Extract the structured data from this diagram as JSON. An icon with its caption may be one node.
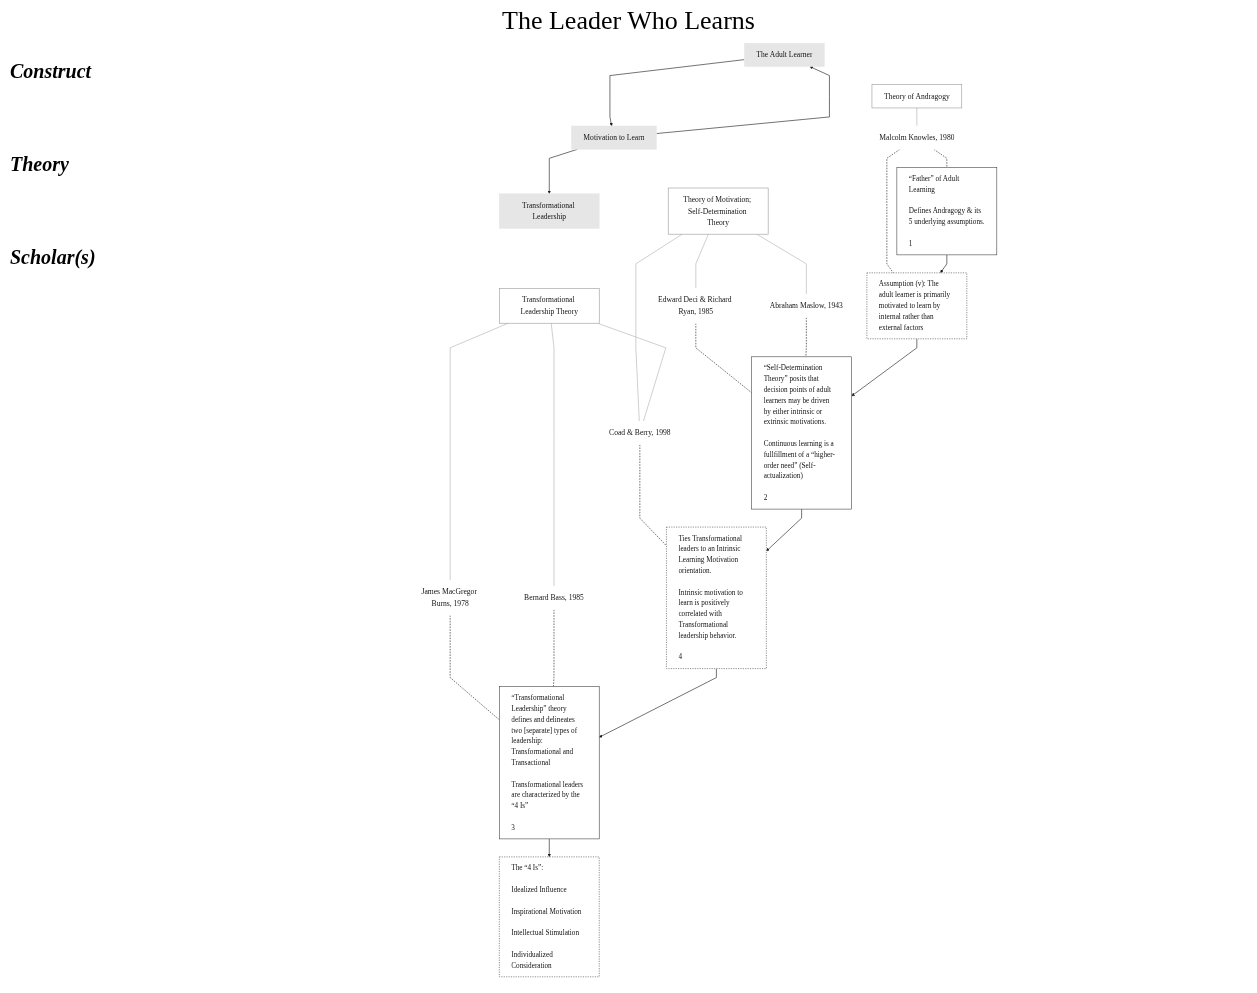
{
  "diagram": {
    "title": "The Leader Who Learns",
    "nodes": [
      {
        "text": [
          "The Adult Learner"
        ]
      },
      {
        "text": [
          "Motivation to Learn"
        ]
      },
      {
        "text": [
          "Transformational Leadership"
        ]
      },
      {
        "text": [
          "Theory of Andragogy"
        ]
      },
      {
        "text": [
          "Theory of Motivation; Self-Determination Theory"
        ]
      },
      {
        "text": [
          "Transformational Leadership Theory"
        ]
      },
      {
        "text": [
          "Malcolm Knowles, 1980"
        ]
      },
      {
        "text": [
          "Edward Deci & Richard Ryan, 1985"
        ]
      },
      {
        "text": [
          "Abraham Maslow, 1943"
        ]
      },
      {
        "text": [
          "James MacGregor Burns, 1978"
        ]
      },
      {
        "text": [
          "Bernard Bass, 1985"
        ]
      },
      {
        "text": [
          "Coad & Berry, 1998"
        ]
      },
      {
        "text": [
          "“Father” of Adult Learning",
          "Defines Andragogy & its 5 underlying assumptions.",
          "1"
        ]
      },
      {
        "text": [
          "Assumption (v): The adult learner is primarily motivated to learn by internal rather than external factors"
        ]
      },
      {
        "text": [
          "“Self-Determination Theory” posits that decision points of adult learners may be driven by either intrinsic or extrinsic motivations.",
          "Continuous learning is a fullfillment of a “higher-order need” (Self-actualization)",
          "2"
        ]
      },
      {
        "text": [
          "Ties Transformational leaders to an Intrinsic Learning Motivation orientation.",
          "Intrinsic motivation to learn is positively correlated with Transformational leadership behavior.",
          "4"
        ]
      },
      {
        "text": [
          "“Transformational Leadership” theory defines and delineates two [separate] types of leadership: Transformational and Transactional",
          "Transformational leaders are characterized by the “4 Is”",
          "3"
        ]
      },
      {
        "text": [
          "The “4 Is”:",
          "Idealized Influence",
          "Inspirational Motivation",
          "Intellectual Stimulation",
          "Individualized Consideration"
        ]
      }
    ],
    "edges": [
      {
        "from": 1,
        "to": 0,
        "arrow": "to"
      },
      {
        "from": 0,
        "to": 1,
        "arrow": "to"
      },
      {
        "from": 1,
        "to": 2,
        "arrow": "to"
      },
      {
        "from": 3,
        "to": 6,
        "arrow": "none",
        "color": "#b3b3b3"
      },
      {
        "from": 4,
        "to": 7,
        "arrow": "none",
        "color": "#b3b3b3"
      },
      {
        "from": 4,
        "to": 8,
        "arrow": "none",
        "color": "#b3b3b3"
      },
      {
        "from": 4,
        "to": 11,
        "arrow": "none",
        "color": "#b3b3b3"
      },
      {
        "from": 5,
        "to": 11,
        "arrow": "none",
        "color": "#b3b3b3"
      },
      {
        "from": 5,
        "to": 9,
        "arrow": "none",
        "color": "#b3b3b3"
      },
      {
        "from": 5,
        "to": 10,
        "arrow": "none",
        "color": "#b3b3b3"
      },
      {
        "from": 6,
        "to": 12,
        "arrow": "none",
        "style": "dashed"
      },
      {
        "from": 6,
        "to": 13,
        "arrow": "none",
        "style": "dashed"
      },
      {
        "from": 7,
        "to": 14,
        "arrow": "none",
        "style": "dashed"
      },
      {
        "from": 8,
        "to": 14,
        "arrow": "none",
        "style": "dashed"
      },
      {
        "from": 11,
        "to": 15,
        "arrow": "none",
        "style": "dashed"
      },
      {
        "from": 9,
        "to": 16,
        "arrow": "none",
        "style": "dashed"
      },
      {
        "from": 10,
        "to": 16,
        "arrow": "none",
        "style": "dashed"
      },
      {
        "from": 12,
        "to": 13,
        "arrow": "to"
      },
      {
        "from": 13,
        "to": 14,
        "arrow": "to"
      },
      {
        "from": 14,
        "to": 15,
        "arrow": "to"
      },
      {
        "from": 15,
        "to": 16,
        "arrow": "to"
      },
      {
        "from": 16,
        "to": 17,
        "arrow": "to"
      }
    ],
    "labels": [
      "Construct",
      "Theory",
      "Scholar(s)"
    ]
  }
}
